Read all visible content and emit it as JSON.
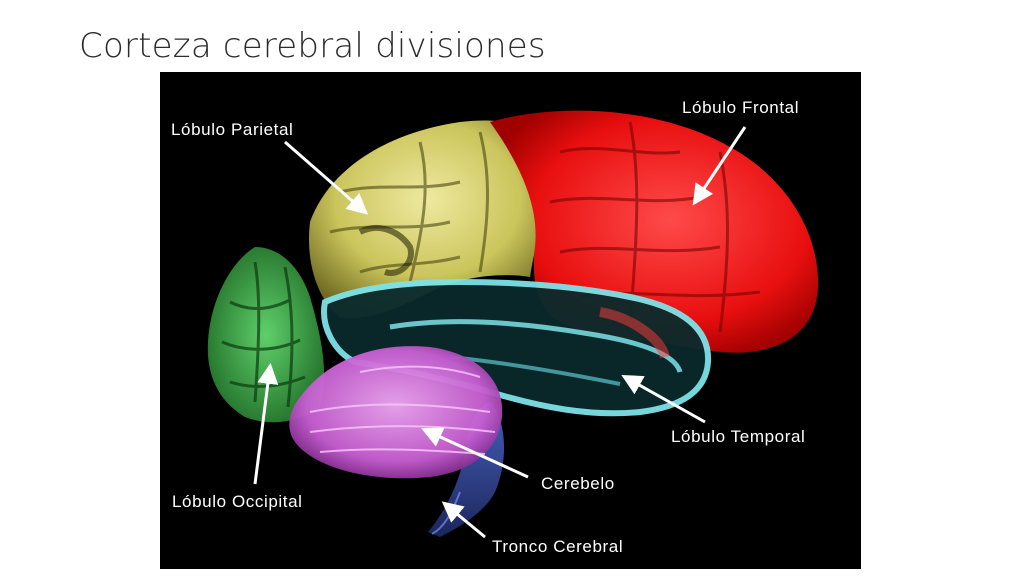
{
  "slide": {
    "title": "Corteza cerebral divisiones"
  },
  "diagram": {
    "background": "#000000",
    "labels": {
      "frontal": "Lóbulo Frontal",
      "parietal": "Lóbulo Parietal",
      "temporal": "Lóbulo Temporal",
      "occipital": "Lóbulo Occipital",
      "cerebellum": "Cerebelo",
      "brainstem": "Tronco Cerebral"
    },
    "colors": {
      "frontal": "#ff1a1a",
      "parietal": "#d9d46a",
      "temporal": "#6fd3d8",
      "occipital": "#3fae4a",
      "cerebellum": "#d77be0",
      "brainstem": "#3a4fa8",
      "label_text": "#ffffff",
      "arrow": "#ffffff"
    }
  }
}
